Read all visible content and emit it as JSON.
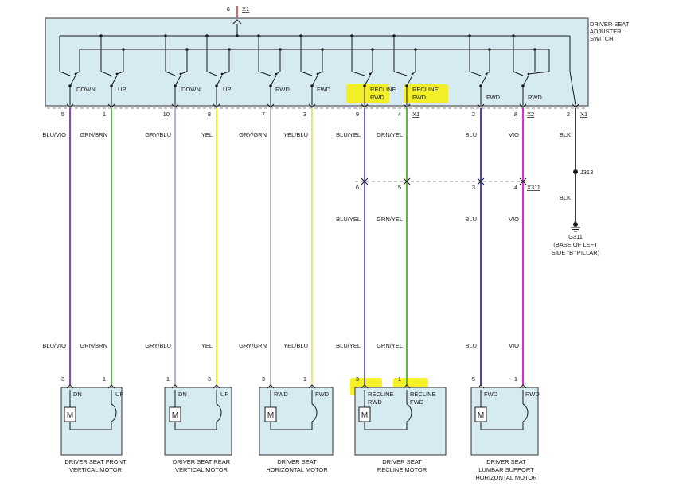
{
  "colors": {
    "switch_box_fill": "#d6eaf2",
    "motor_box_fill": "#d6eaf2",
    "highlight": "#f5f011",
    "frame": "#1a1a1a",
    "wire_violet": "#8a2be2",
    "wire_green": "#4cb02c",
    "wire_lavender": "#b6a5d8",
    "wire_yellow": "#f2f200",
    "wire_gray": "#b0b0a0",
    "wire_yellow_light": "#e3e36a",
    "wire_blue": "#5b52c8",
    "wire_blue_dark": "#2b2bd9",
    "wire_magenta": "#e010e0",
    "wire_black": "#222222",
    "power_red": "#cc2222"
  },
  "switch": {
    "title_lines": [
      "DRIVER SEAT",
      "ADJUSTER",
      "SWITCH"
    ],
    "top_pin": "6",
    "top_connector": "X1",
    "labels": {
      "down1": "DOWN",
      "up1": "UP",
      "down2": "DOWN",
      "up2": "UP",
      "rwd1": "RWD",
      "fwd1": "FWD",
      "recline_rwd": [
        "RECLINE",
        "RWD"
      ],
      "recline_fwd": [
        "RECLINE",
        "FWD"
      ],
      "fwd2": "FWD",
      "rwd2": "RWD"
    },
    "pins": [
      "5",
      "1",
      "10",
      "8",
      "7",
      "3",
      "9",
      "4",
      "2",
      "8",
      "2"
    ],
    "connectors": [
      "X1",
      "X2",
      "X1"
    ]
  },
  "wires": [
    {
      "id": "w1",
      "color_top": "BLU/VIO",
      "color_bottom": "BLU/VIO"
    },
    {
      "id": "w2",
      "color_top": "GRN/BRN",
      "color_bottom": "GRN/BRN"
    },
    {
      "id": "w3",
      "color_top": "GRY/BLU",
      "color_bottom": "GRY/BLU"
    },
    {
      "id": "w4",
      "color_top": "YEL",
      "color_bottom": "YEL"
    },
    {
      "id": "w5",
      "color_top": "GRY/GRN",
      "color_bottom": "GRY/GRN"
    },
    {
      "id": "w6",
      "color_top": "YEL/BLU",
      "color_bottom": "YEL/BLU"
    },
    {
      "id": "w7",
      "color_top": "BLU/YEL",
      "color_mid": "BLU/YEL",
      "color_bottom": "BLU/YEL"
    },
    {
      "id": "w8",
      "color_top": "GRN/YEL",
      "color_mid": "GRN/YEL",
      "color_bottom": "GRN/YEL"
    },
    {
      "id": "w9",
      "color_top": "BLU",
      "color_mid": "BLU",
      "color_bottom": "BLU"
    },
    {
      "id": "w10",
      "color_top": "VIO",
      "color_mid": "VIO",
      "color_bottom": "VIO"
    }
  ],
  "inline_connector": {
    "name": "X311",
    "pins": [
      "6",
      "5",
      "3",
      "4"
    ]
  },
  "ground": {
    "wire_top": "BLK",
    "splice": "J313",
    "wire_bottom": "BLK",
    "ground_id": "G311",
    "location_lines": [
      "(BASE OF LEFT",
      "SIDE \"B\" PILLAR)"
    ]
  },
  "motors": [
    {
      "pins": [
        "3",
        "1"
      ],
      "terms": [
        "DN",
        "UP"
      ],
      "name_lines": [
        "DRIVER SEAT FRONT",
        "VERTICAL MOTOR"
      ]
    },
    {
      "pins": [
        "1",
        "3"
      ],
      "terms": [
        "DN",
        "UP"
      ],
      "name_lines": [
        "DRIVER SEAT REAR",
        "VERTICAL MOTOR"
      ]
    },
    {
      "pins": [
        "3",
        "1"
      ],
      "terms": [
        "RWD",
        "FWD"
      ],
      "name_lines": [
        "DRIVER SEAT",
        "HORIZONTAL MOTOR"
      ]
    },
    {
      "pins": [
        "3",
        "1"
      ],
      "terms": [
        [
          "RECLINE",
          "RWD"
        ],
        [
          "RECLINE",
          "FWD"
        ]
      ],
      "name_lines": [
        "DRIVER SEAT",
        "RECLINE MOTOR"
      ]
    },
    {
      "pins": [
        "5",
        "1"
      ],
      "terms": [
        "FWD",
        "RWD"
      ],
      "name_lines": [
        "DRIVER SEAT",
        "LUMBAR SUPPORT",
        "HORIZONTAL MOTOR"
      ]
    }
  ],
  "motor_symbol": "M"
}
